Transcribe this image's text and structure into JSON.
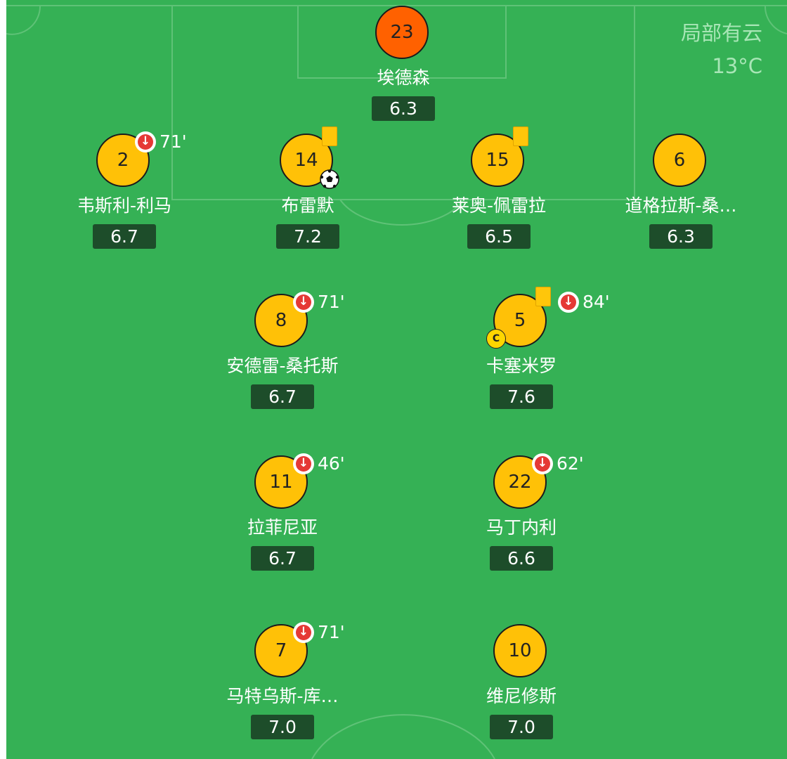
{
  "weather": {
    "condition": "局部有云",
    "temperature": "13°C"
  },
  "players": {
    "gk": {
      "number": "23",
      "name": "埃德森",
      "rating": "6.3"
    },
    "rb": {
      "number": "2",
      "name": "韦斯利-利马",
      "rating": "6.7",
      "sub_time": "71'"
    },
    "cb1": {
      "number": "14",
      "name": "布雷默",
      "rating": "7.2"
    },
    "cb2": {
      "number": "15",
      "name": "莱奥-佩雷拉",
      "rating": "6.5"
    },
    "lb": {
      "number": "6",
      "name": "道格拉斯-桑…",
      "rating": "6.3"
    },
    "cm1": {
      "number": "8",
      "name": "安德雷-桑托斯",
      "rating": "6.7",
      "sub_time": "71'"
    },
    "cm2": {
      "number": "5",
      "name": "卡塞米罗",
      "rating": "7.6",
      "sub_time": "84'",
      "captain_label": "C"
    },
    "am1": {
      "number": "11",
      "name": "拉菲尼亚",
      "rating": "6.7",
      "sub_time": "46'"
    },
    "am2": {
      "number": "22",
      "name": "马丁内利",
      "rating": "6.6",
      "sub_time": "62'"
    },
    "fw1": {
      "number": "7",
      "name": "马特乌斯-库…",
      "rating": "7.0",
      "sub_time": "71'"
    },
    "fw2": {
      "number": "10",
      "name": "维尼修斯",
      "rating": "7.0"
    }
  },
  "colors": {
    "pitch": "#35b155",
    "player_disc": "#ffc107",
    "keeper_disc": "#ff6100",
    "rating_bg": "#1d4d2a",
    "sub_off": "#e53935",
    "yellow_card": "#ffc60a"
  },
  "icons": [
    "sub-off-icon",
    "yellow-card-icon",
    "goal-ball-icon",
    "captain-icon"
  ]
}
